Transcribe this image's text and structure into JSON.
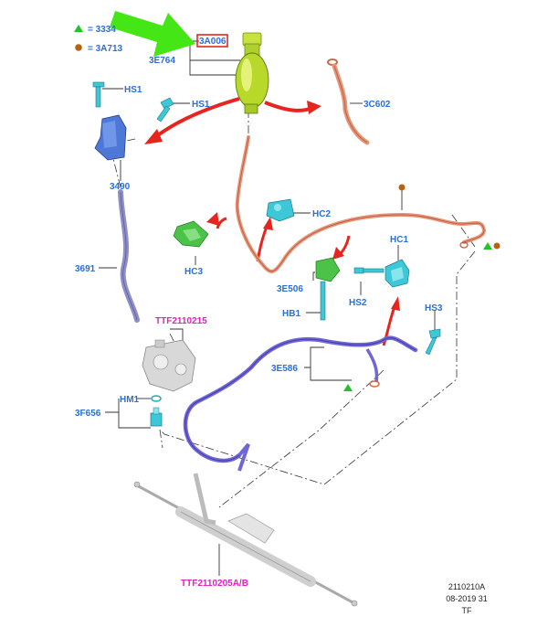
{
  "legend": {
    "triangle_code": "= 3334",
    "circle_code": "= 3A713"
  },
  "labels": {
    "reservoir_cap": "3A006",
    "reservoir": "3E764",
    "return_hose": "3C602",
    "hs1_top": "HS1",
    "hs1_mid": "HS1",
    "bracket": "3490",
    "suction_hose": "3691",
    "pump_ttf": "TTF2110215",
    "hm1": "HM1",
    "pump_fitting": "3F656",
    "hc2": "HC2",
    "hc3": "HC3",
    "hc1": "HC1",
    "clip": "3E506",
    "hs2": "HS2",
    "hb1": "HB1",
    "hs3": "HS3",
    "pressure_hose": "3E586",
    "rack_ttf": "TTF2110205A/B"
  },
  "reference": {
    "line1": "2110210A",
    "line2": "08-2019 31",
    "line3": "TF"
  },
  "colors": {
    "callout_arrow": "#44e616",
    "highlight_box": "#e8241e",
    "label_blue": "#2a6fd6",
    "label_pink": "#e020c0",
    "triangle": "#22c22a",
    "circle": "#b8620e",
    "reservoir_green": "#b8d82a",
    "pressure_hose": "#7066d6",
    "return_pipe": "#e59476",
    "bracket_blue": "#4d78d8",
    "fastener_cyan": "#3dc8d8",
    "clip_green": "#4cc248"
  }
}
